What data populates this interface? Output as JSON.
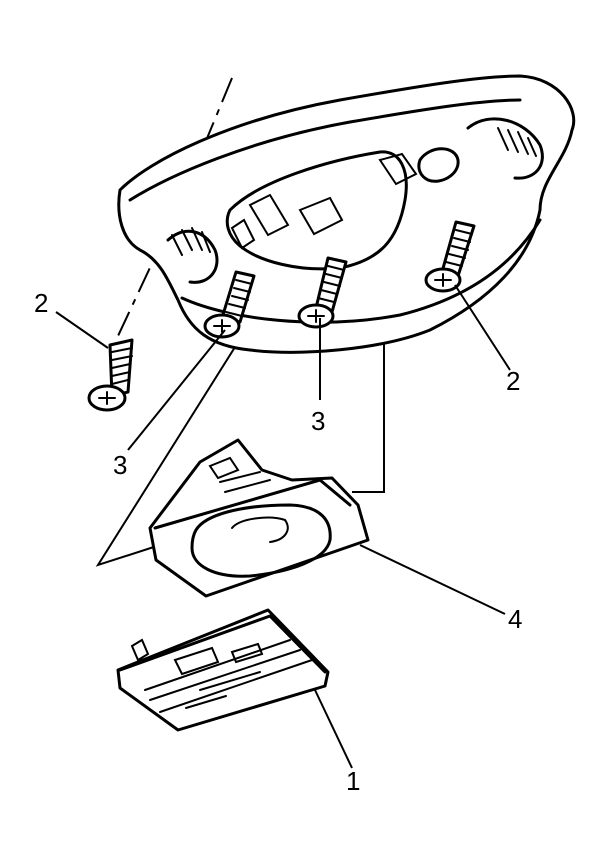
{
  "callouts": {
    "screw_left_2": "2",
    "screw_right_2": "2",
    "screw_left_3": "3",
    "screw_center_3": "3",
    "lamp_housing_4": "4",
    "lens_cover_1": "1"
  }
}
